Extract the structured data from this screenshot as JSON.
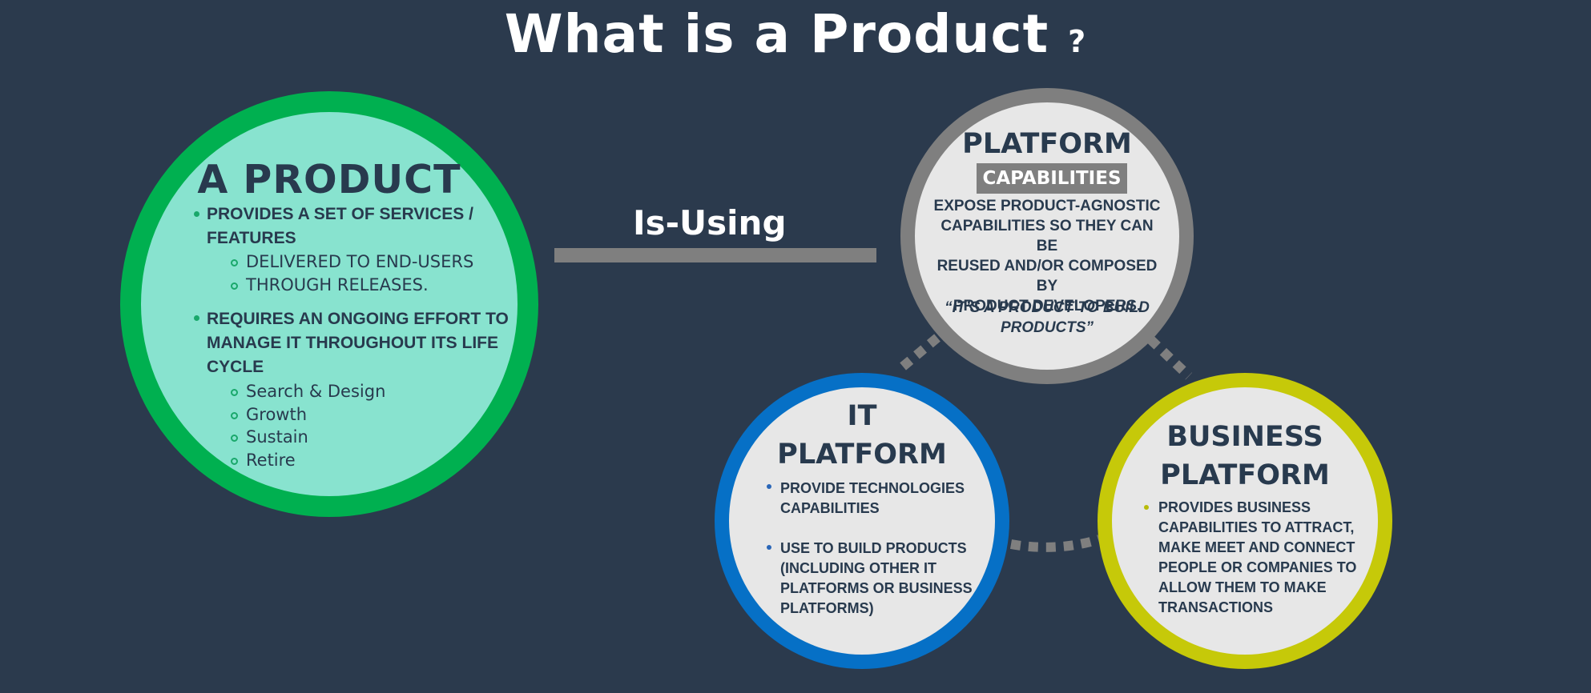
{
  "title": {
    "main": "What is a Product",
    "mark": "?"
  },
  "product": {
    "heading": "A PRODUCT",
    "bullet1": {
      "line1": "PROVIDES A SET OF SERVICES /",
      "line2": "FEATURES"
    },
    "sub1": [
      "DELIVERED TO END-USERS",
      "THROUGH RELEASES."
    ],
    "bullet2": {
      "line1": "REQUIRES AN ONGOING EFFORT TO",
      "line2": "MANAGE IT THROUGHOUT ITS LIFE",
      "line3": "CYCLE"
    },
    "sub2": [
      "Search & Design",
      "Growth",
      "Sustain",
      "Retire"
    ]
  },
  "connector": {
    "label": "Is-Using"
  },
  "platform": {
    "heading": "PLATFORM",
    "badge": "CAPABILITIES",
    "desc": [
      "EXPOSE PRODUCT-AGNOSTIC",
      "CAPABILITIES SO THEY CAN BE",
      "REUSED AND/OR COMPOSED BY",
      "PRODUCT DEVELOPERS."
    ],
    "quote": [
      "“IT’S A PRODUCT TO BUILD",
      "PRODUCTS”"
    ]
  },
  "it_platform": {
    "heading": [
      "IT",
      "PLATFORM"
    ],
    "bullet1": [
      "PROVIDE TECHNOLOGIES",
      "CAPABILITIES"
    ],
    "bullet2": [
      "USE TO BUILD PRODUCTS",
      "(INCLUDING OTHER IT",
      "PLATFORMS OR BUSINESS",
      "PLATFORMS)"
    ]
  },
  "business_platform": {
    "heading": [
      "BUSINESS",
      "PLATFORM"
    ],
    "bullet1": [
      "PROVIDES BUSINESS",
      "CAPABILITIES TO ATTRACT,",
      "MAKE MEET AND CONNECT",
      "PEOPLE OR COMPANIES TO",
      "ALLOW THEM TO MAKE",
      "TRANSACTIONS"
    ]
  },
  "colors": {
    "background": "#2b3a4d",
    "product_ring": "#00b050",
    "product_fill": "#88e3cf",
    "platform_ring": "#7f7f7f",
    "it_ring": "#0670c6",
    "business_ring": "#c6c909",
    "ink": "#283a4e"
  }
}
